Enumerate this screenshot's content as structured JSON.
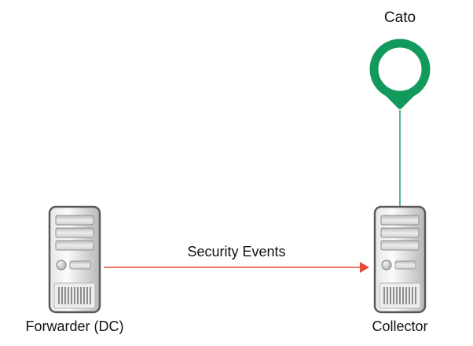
{
  "nodes": {
    "cato": {
      "label": "Cato",
      "icon": "cato-ring-logo-icon"
    },
    "forwarder": {
      "label": "Forwarder (DC)",
      "icon": "server-tower-icon"
    },
    "collector": {
      "label": "Collector",
      "icon": "server-tower-icon"
    }
  },
  "edges": {
    "security_events": {
      "label": "Security Events",
      "from": "forwarder",
      "to": "collector",
      "style": "arrow"
    },
    "cato_link": {
      "from": "cato",
      "to": "collector",
      "style": "plain-line"
    }
  },
  "colors": {
    "cato_green": "#12995C",
    "arrow_red": "#E84B35",
    "text": "#111111"
  }
}
